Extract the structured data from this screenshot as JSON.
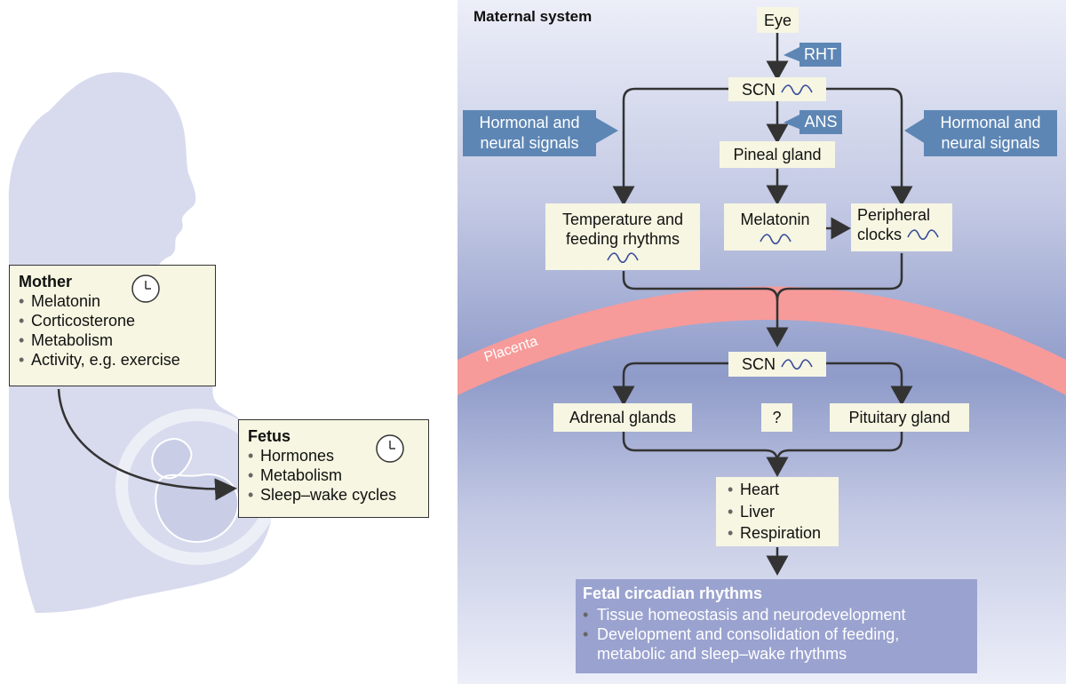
{
  "maternal_system": {
    "title": "Maternal system",
    "eye": "Eye",
    "rht": "RHT",
    "scn": "SCN",
    "ans": "ANS",
    "pineal_gland": "Pineal gland",
    "melatonin": "Melatonin",
    "hormonal_left": [
      "Hormonal and",
      "neural signals"
    ],
    "hormonal_right": [
      "Hormonal and",
      "neural signals"
    ],
    "temperature": [
      "Temperature and",
      "feeding rhythms"
    ],
    "peripheral": [
      "Peripheral",
      "clocks"
    ]
  },
  "placenta": {
    "label": "Placenta"
  },
  "fetal_system": {
    "scn": "SCN",
    "adrenal": "Adrenal glands",
    "question": "?",
    "pituitary": "Pituitary gland",
    "organs": [
      "Heart",
      "Liver",
      "Respiration"
    ],
    "rhythms_title": "Fetal circadian rhythms",
    "rhythms_items": [
      "Tissue homeostasis and neurodevelopment",
      "Development and consolidation of feeding, metabolic and sleep–wake rhythms"
    ]
  },
  "mother": {
    "title": "Mother",
    "items": [
      "Melatonin",
      "Corticosterone",
      "Metabolism",
      "Activity, e.g. exercise"
    ]
  },
  "fetus": {
    "title": "Fetus",
    "items": [
      "Hormones",
      "Metabolism",
      "Sleep–wake cycles"
    ]
  },
  "colors": {
    "panel_top": "#eceef8",
    "panel_bottom": "#8f9bc9",
    "tag_blue": "#5d86b5",
    "box_fill": "#f6f6e2",
    "placenta": "#f79a9a",
    "silhouette": "#d8dbee",
    "fetal_box": "#9aa2cf"
  }
}
